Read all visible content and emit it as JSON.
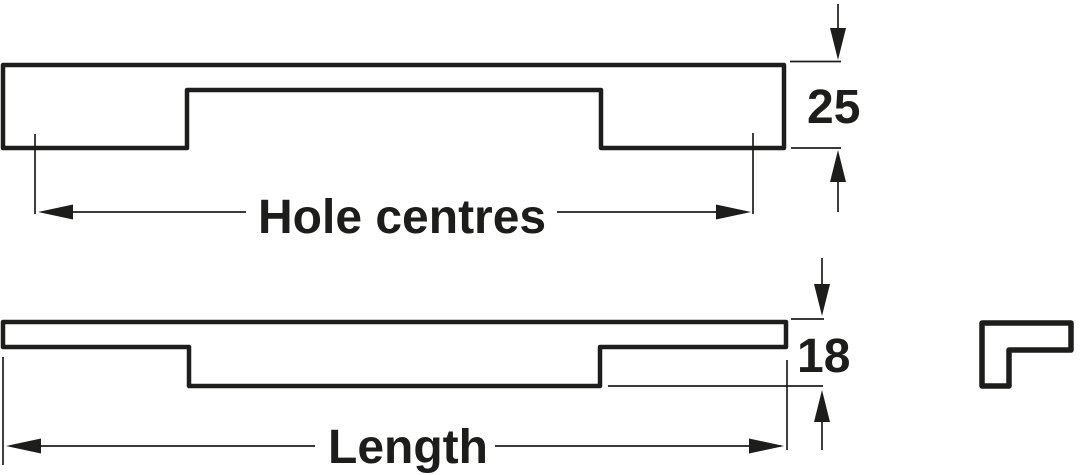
{
  "drawing": {
    "labels": {
      "hole_centres": "Hole centres",
      "length": "Length"
    },
    "dimensions": {
      "height_value": "25",
      "depth_value": "18"
    },
    "colors": {
      "line": "#1d1d1b",
      "background": "#ffffff"
    }
  }
}
